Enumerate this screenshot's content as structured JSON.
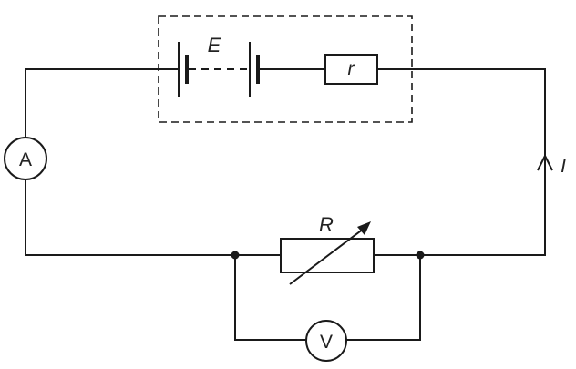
{
  "labels": {
    "emf": "E",
    "internal_resistance": "r",
    "ammeter": "A",
    "current": "I",
    "variable_resistor": "R",
    "voltmeter": "V"
  },
  "colors": {
    "stroke": "#1a1a1a",
    "text": "#222222",
    "background": "#ffffff"
  }
}
